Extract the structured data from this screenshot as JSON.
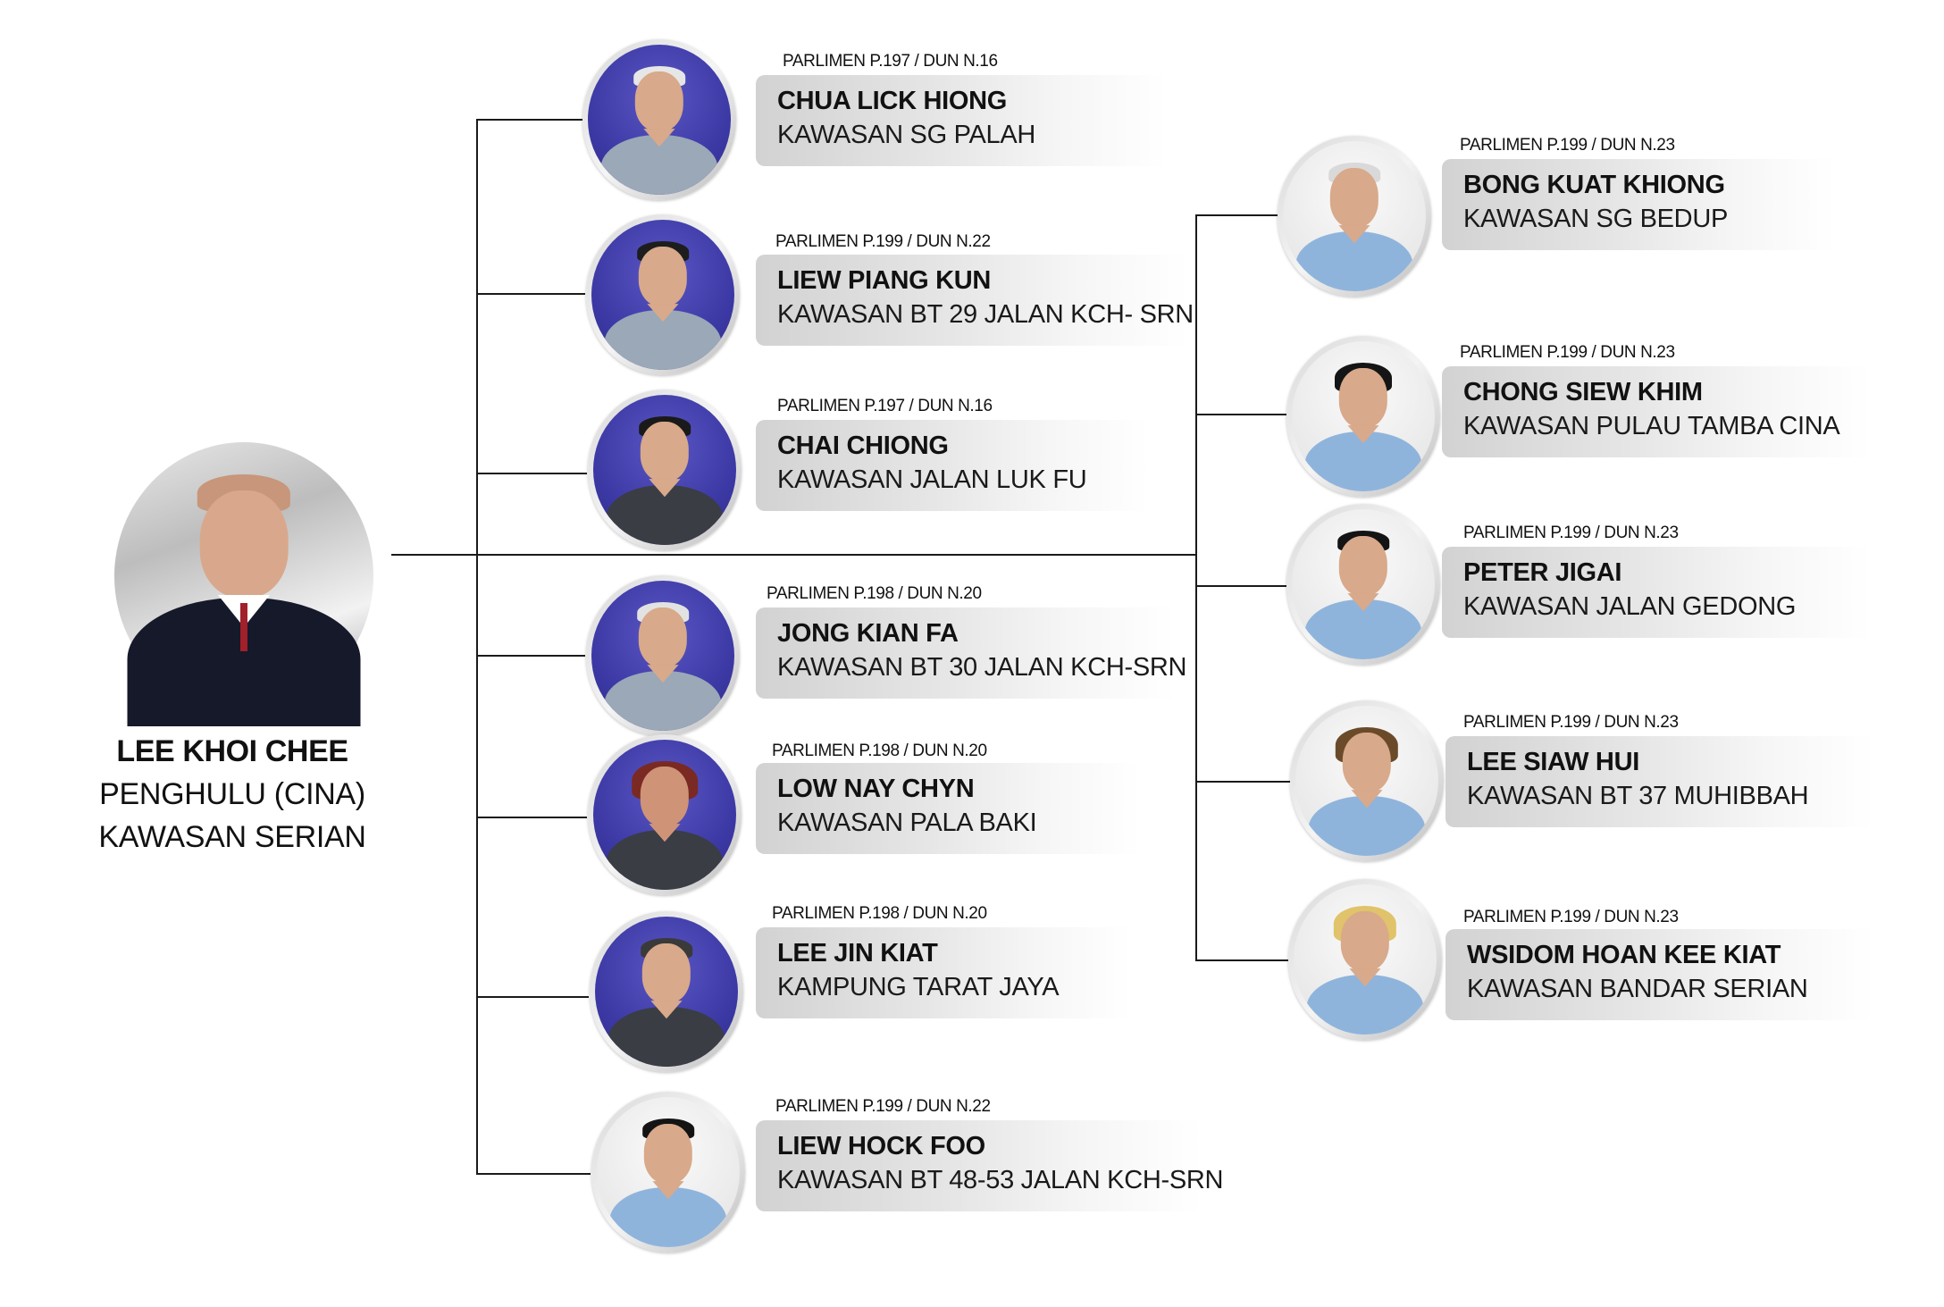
{
  "leader": {
    "name": "LEE KHOI CHEE",
    "title": "PENGHULU (CINA)",
    "area": "KAWASAN SERIAN"
  },
  "left_members": [
    {
      "parlimen": "PARLIMEN P.197 / DUN N.16",
      "name": "CHUA LICK HIONG",
      "area": "KAWASAN SG PALAH"
    },
    {
      "parlimen": "PARLIMEN P.199 / DUN N.22",
      "name": "LIEW PIANG KUN",
      "area": "KAWASAN BT 29 JALAN KCH- SRN"
    },
    {
      "parlimen": "PARLIMEN P.197 / DUN N.16",
      "name": "CHAI CHIONG",
      "area": "KAWASAN JALAN LUK FU"
    },
    {
      "parlimen": "PARLIMEN P.198 / DUN N.20",
      "name": "JONG KIAN FA",
      "area": "KAWASAN BT 30 JALAN KCH-SRN"
    },
    {
      "parlimen": "PARLIMEN P.198 / DUN N.20",
      "name": "LOW NAY CHYN",
      "area": "KAWASAN PALA BAKI"
    },
    {
      "parlimen": "PARLIMEN P.198 / DUN N.20",
      "name": "LEE JIN KIAT",
      "area": "KAMPUNG TARAT JAYA"
    },
    {
      "parlimen": "PARLIMEN P.199 / DUN N.22",
      "name": "LIEW HOCK FOO",
      "area": "KAWASAN BT 48-53 JALAN KCH-SRN"
    }
  ],
  "right_members": [
    {
      "parlimen": "PARLIMEN P.199 / DUN N.23",
      "name": "BONG KUAT KHIONG",
      "area": "KAWASAN SG BEDUP"
    },
    {
      "parlimen": "PARLIMEN P.199 / DUN N.23",
      "name": "CHONG SIEW KHIM",
      "area": "KAWASAN PULAU TAMBA CINA"
    },
    {
      "parlimen": "PARLIMEN P.199 / DUN N.23",
      "name": "PETER JIGAI",
      "area": "KAWASAN JALAN GEDONG"
    },
    {
      "parlimen": "PARLIMEN P.199 / DUN N.23",
      "name": "LEE SIAW HUI",
      "area": "KAWASAN BT 37 MUHIBBAH"
    },
    {
      "parlimen": "PARLIMEN P.199 / DUN N.23",
      "name": "WSIDOM HOAN KEE KIAT",
      "area": "KAWASAN BANDAR SERIAN"
    }
  ],
  "icons": {
    "member_photo": "person-portrait-icon",
    "leader_photo": "leader-portrait-icon"
  }
}
